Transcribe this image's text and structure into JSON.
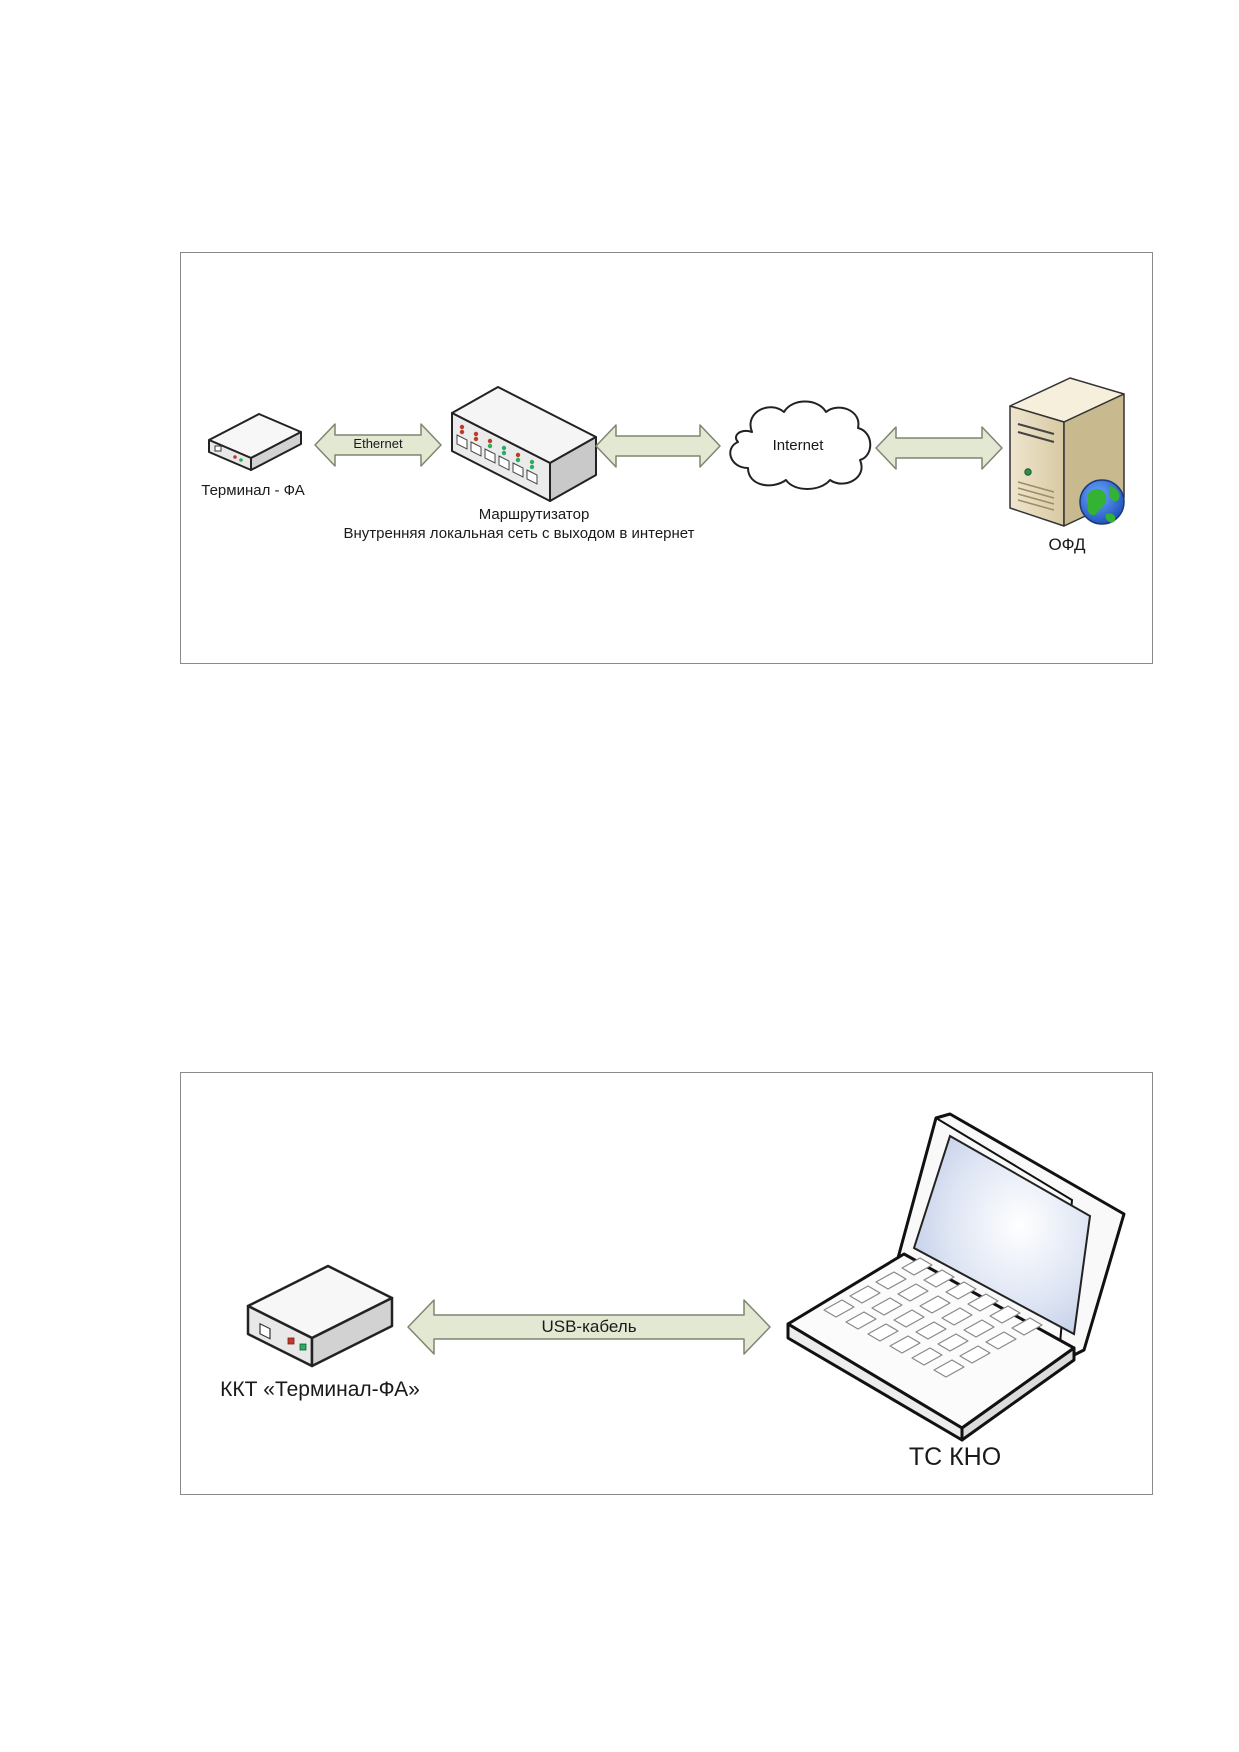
{
  "diagram1": {
    "terminal_label": "Терминал - ФА",
    "ethernet_label": "Ethernet",
    "router_label": "Маршрутизатор",
    "router_sublabel": "Внутренняя локальная сеть с выходом в интернет",
    "internet_label": "Internet",
    "ofd_label": "ОФД"
  },
  "diagram2": {
    "kkt_label": "ККТ «Терминал-ФА»",
    "usb_label": "USB-кабель",
    "laptop_label": "ТС КНО"
  },
  "colors": {
    "arrow_fill": "#e2e8d2",
    "arrow_stroke": "#7d8670",
    "frame_border": "#8a8a8a"
  }
}
